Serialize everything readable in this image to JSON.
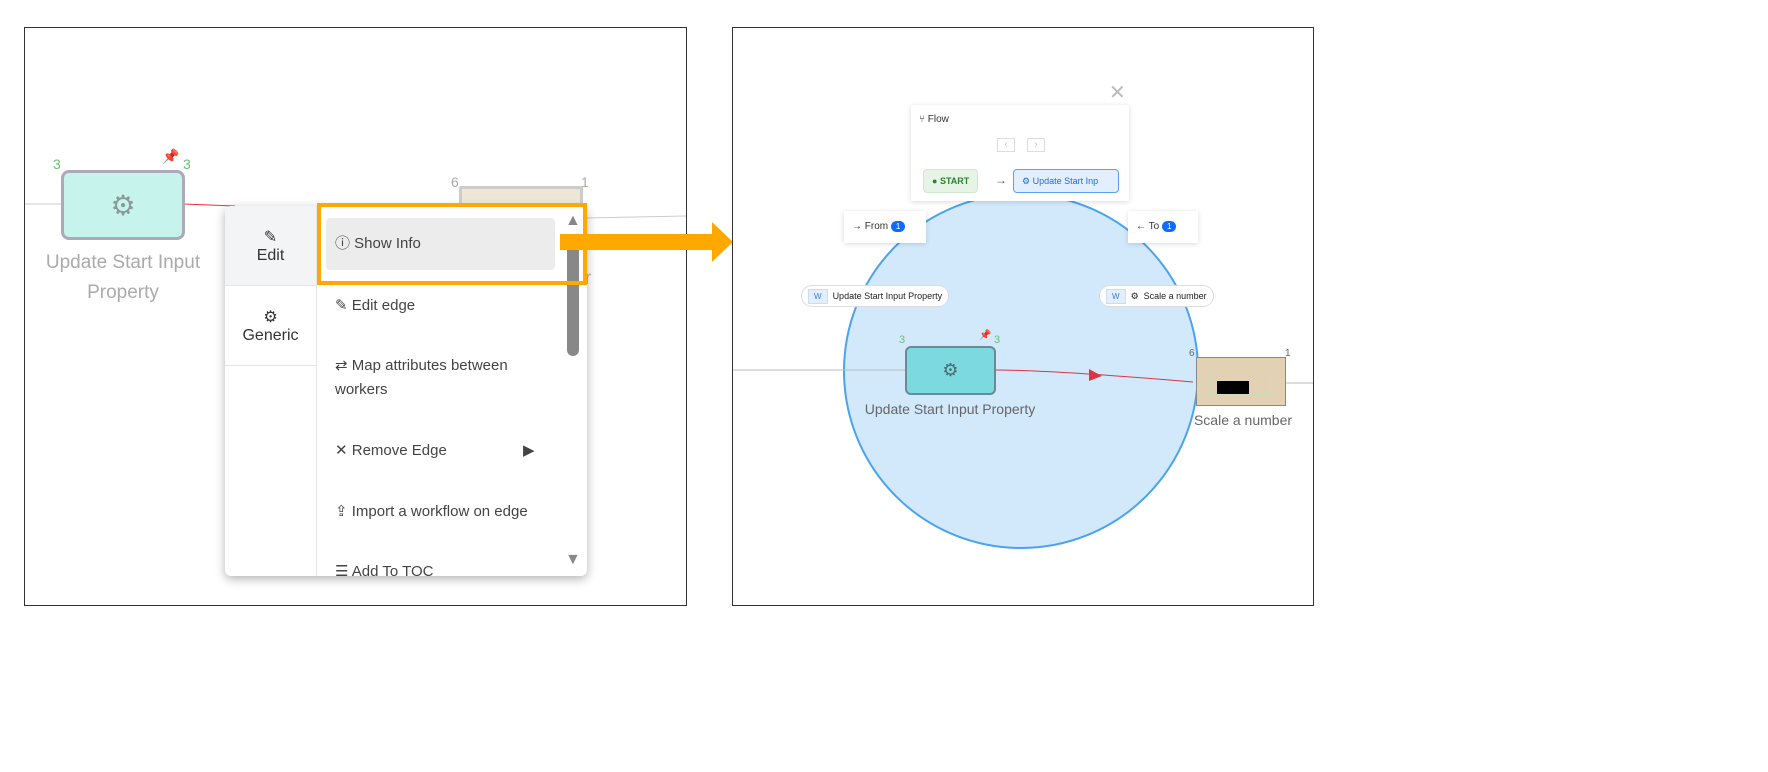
{
  "left": {
    "node": {
      "label": "Update Start Input Property",
      "in_count": "3",
      "out_count": "3"
    },
    "target": {
      "in_count": "6",
      "out_count": "1",
      "label_fragment": "r"
    },
    "menu": {
      "tabs": [
        {
          "label": "Edit",
          "icon": "edit-icon",
          "active": true
        },
        {
          "label": "Generic",
          "icon": "gear-icon",
          "active": false
        }
      ],
      "items": [
        {
          "label": "Show Info",
          "icon": "info-icon",
          "highlighted": true
        },
        {
          "label": "Edit edge",
          "icon": "edit-icon"
        },
        {
          "label": "Map attributes between workers",
          "icon": "exchange-icon"
        },
        {
          "label": "Remove Edge",
          "icon": "x-icon"
        },
        {
          "label": "Import a workflow on edge",
          "icon": "upload-icon"
        },
        {
          "label": "Add To TOC",
          "icon": "list-icon"
        }
      ]
    }
  },
  "right": {
    "flow": {
      "title": "Flow",
      "start": "START",
      "current": "Update Start Inp"
    },
    "from": {
      "label": "From",
      "count": "1"
    },
    "to": {
      "label": "To",
      "count": "1"
    },
    "from_worker": {
      "badge": "W",
      "label": "Update Start Input Property"
    },
    "to_worker": {
      "badge": "W",
      "label": "Scale a number"
    },
    "node": {
      "label": "Update Start Input Property",
      "in_count": "3",
      "out_count": "3"
    },
    "target": {
      "label": "Scale a number",
      "in_count": "6",
      "out_count": "1"
    }
  },
  "colors": {
    "highlight": "#ffa800",
    "edge": "#dc3545",
    "circle": "#d2e8fb",
    "circle_border": "#4aa3ef",
    "node": "#c6f4ec",
    "node_active": "#7dd9e0",
    "target": "#e2d2b3"
  }
}
